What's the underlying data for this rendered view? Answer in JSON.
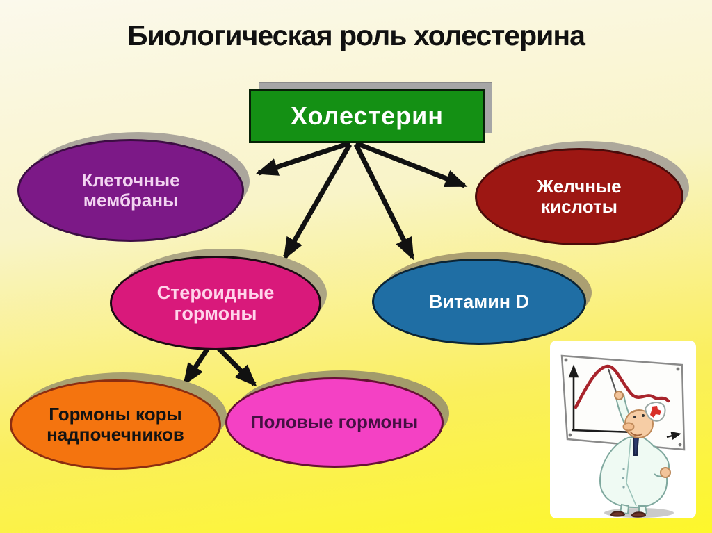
{
  "slide": {
    "title": "Биологическая роль холестерина",
    "root": {
      "label": "Холестерин",
      "fill": "#149014",
      "text_color": "#ffffff"
    },
    "branches": [
      {
        "id": "membranes",
        "label": "Клеточные мембраны",
        "fill": "#7c1987",
        "text_color": "#f2d4f1"
      },
      {
        "id": "bile-acids",
        "label": "Желчные кислоты",
        "fill": "#9d1713",
        "text_color": "#ffffff"
      },
      {
        "id": "steroid-hormones",
        "label": "Стероидные гормоны",
        "fill": "#d9197b",
        "text_color": "#ffd4ea"
      },
      {
        "id": "vitamin-d",
        "label": "Витамин D",
        "fill": "#1f6ea4",
        "text_color": "#ffffff"
      },
      {
        "id": "adrenal-cortex-hormones",
        "label": "Гормоны коры надпочечников",
        "fill": "#f4740f",
        "text_color": "#131313"
      },
      {
        "id": "sex-hormones",
        "label": "Половые гормоны",
        "fill": "#f441c4",
        "text_color": "#451043"
      }
    ],
    "arrow_color": "#111111",
    "background": {
      "top": "#fbf9ec",
      "bottom": "#fdf72b"
    },
    "illustration": "doctor-pointing-at-falling-chart"
  }
}
